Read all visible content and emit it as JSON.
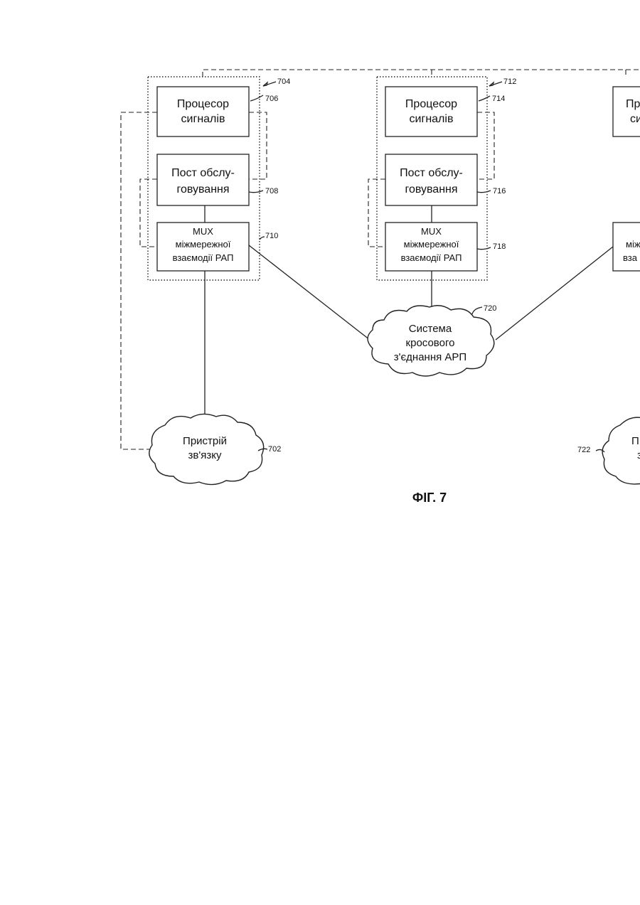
{
  "figure": {
    "caption": "ФІГ. 7"
  },
  "units": [
    {
      "ref": "704",
      "processor": {
        "lines": [
          "Процесор",
          "сигналів"
        ],
        "ref": "706"
      },
      "service": {
        "lines": [
          "Пост обслу-",
          "говування"
        ],
        "ref": "708"
      },
      "mux": {
        "lines": [
          "MUX",
          "міжмережної",
          "взаємодії РАП"
        ],
        "ref": "710"
      }
    },
    {
      "ref": "712",
      "processor": {
        "lines": [
          "Процесор",
          "сигналів"
        ],
        "ref": "714"
      },
      "service": {
        "lines": [
          "Пост обслу-",
          "говування"
        ],
        "ref": "716"
      },
      "mux": {
        "lines": [
          "MUX",
          "міжмережної",
          "взаємодії РАП"
        ],
        "ref": "718"
      }
    },
    {
      "processor": {
        "lines": [
          "Пр",
          "си"
        ]
      },
      "mux": {
        "lines": [
          "між",
          "вза"
        ]
      }
    }
  ],
  "crossconnect": {
    "lines": [
      "Система",
      "кросового",
      "з'єднання АРП"
    ],
    "ref": "720"
  },
  "device_left": {
    "lines": [
      "Пристрій",
      "зв'язку"
    ],
    "ref": "702"
  },
  "device_right": {
    "lines": [
      "П",
      "з"
    ],
    "ref": "722"
  }
}
